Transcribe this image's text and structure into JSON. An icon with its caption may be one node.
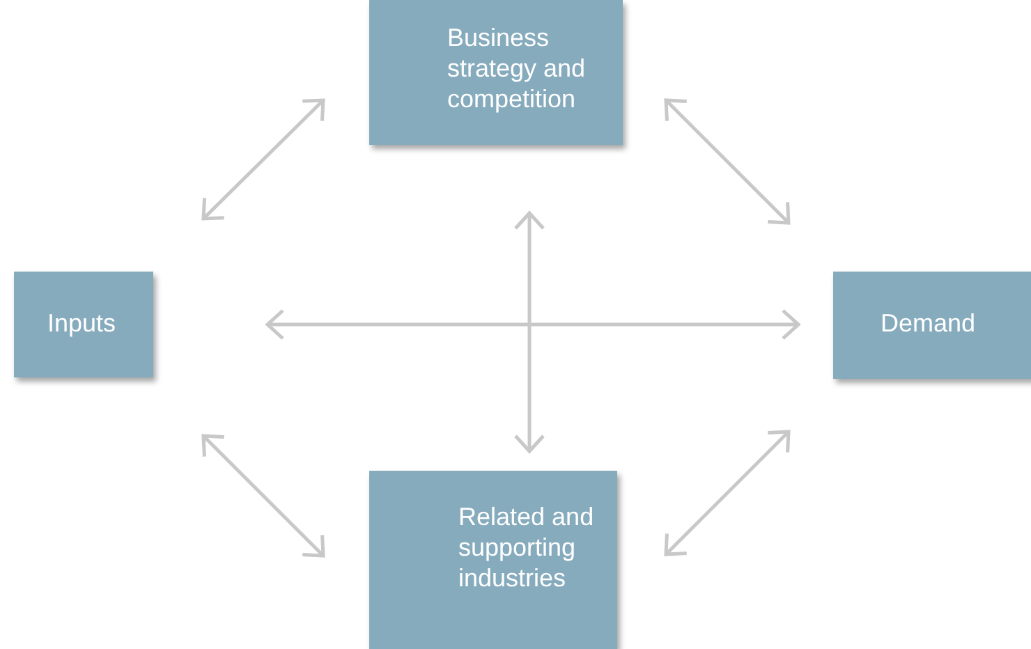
{
  "diagram": {
    "nodes": [
      {
        "text": [
          "Business strategy and competition"
        ]
      },
      {
        "text": [
          "Inputs"
        ]
      },
      {
        "text": [
          "Demand"
        ]
      },
      {
        "text": [
          "Related and supporting industries"
        ]
      }
    ],
    "edges": [
      {
        "from": 1,
        "to": 2,
        "arrow": "both"
      },
      {
        "from": 0,
        "to": 3,
        "arrow": "both"
      },
      {
        "from": 1,
        "to": 0,
        "arrow": "both"
      },
      {
        "from": 0,
        "to": 2,
        "arrow": "both"
      },
      {
        "from": 1,
        "to": 3,
        "arrow": "both"
      },
      {
        "from": 3,
        "to": 2,
        "arrow": "both"
      }
    ]
  }
}
